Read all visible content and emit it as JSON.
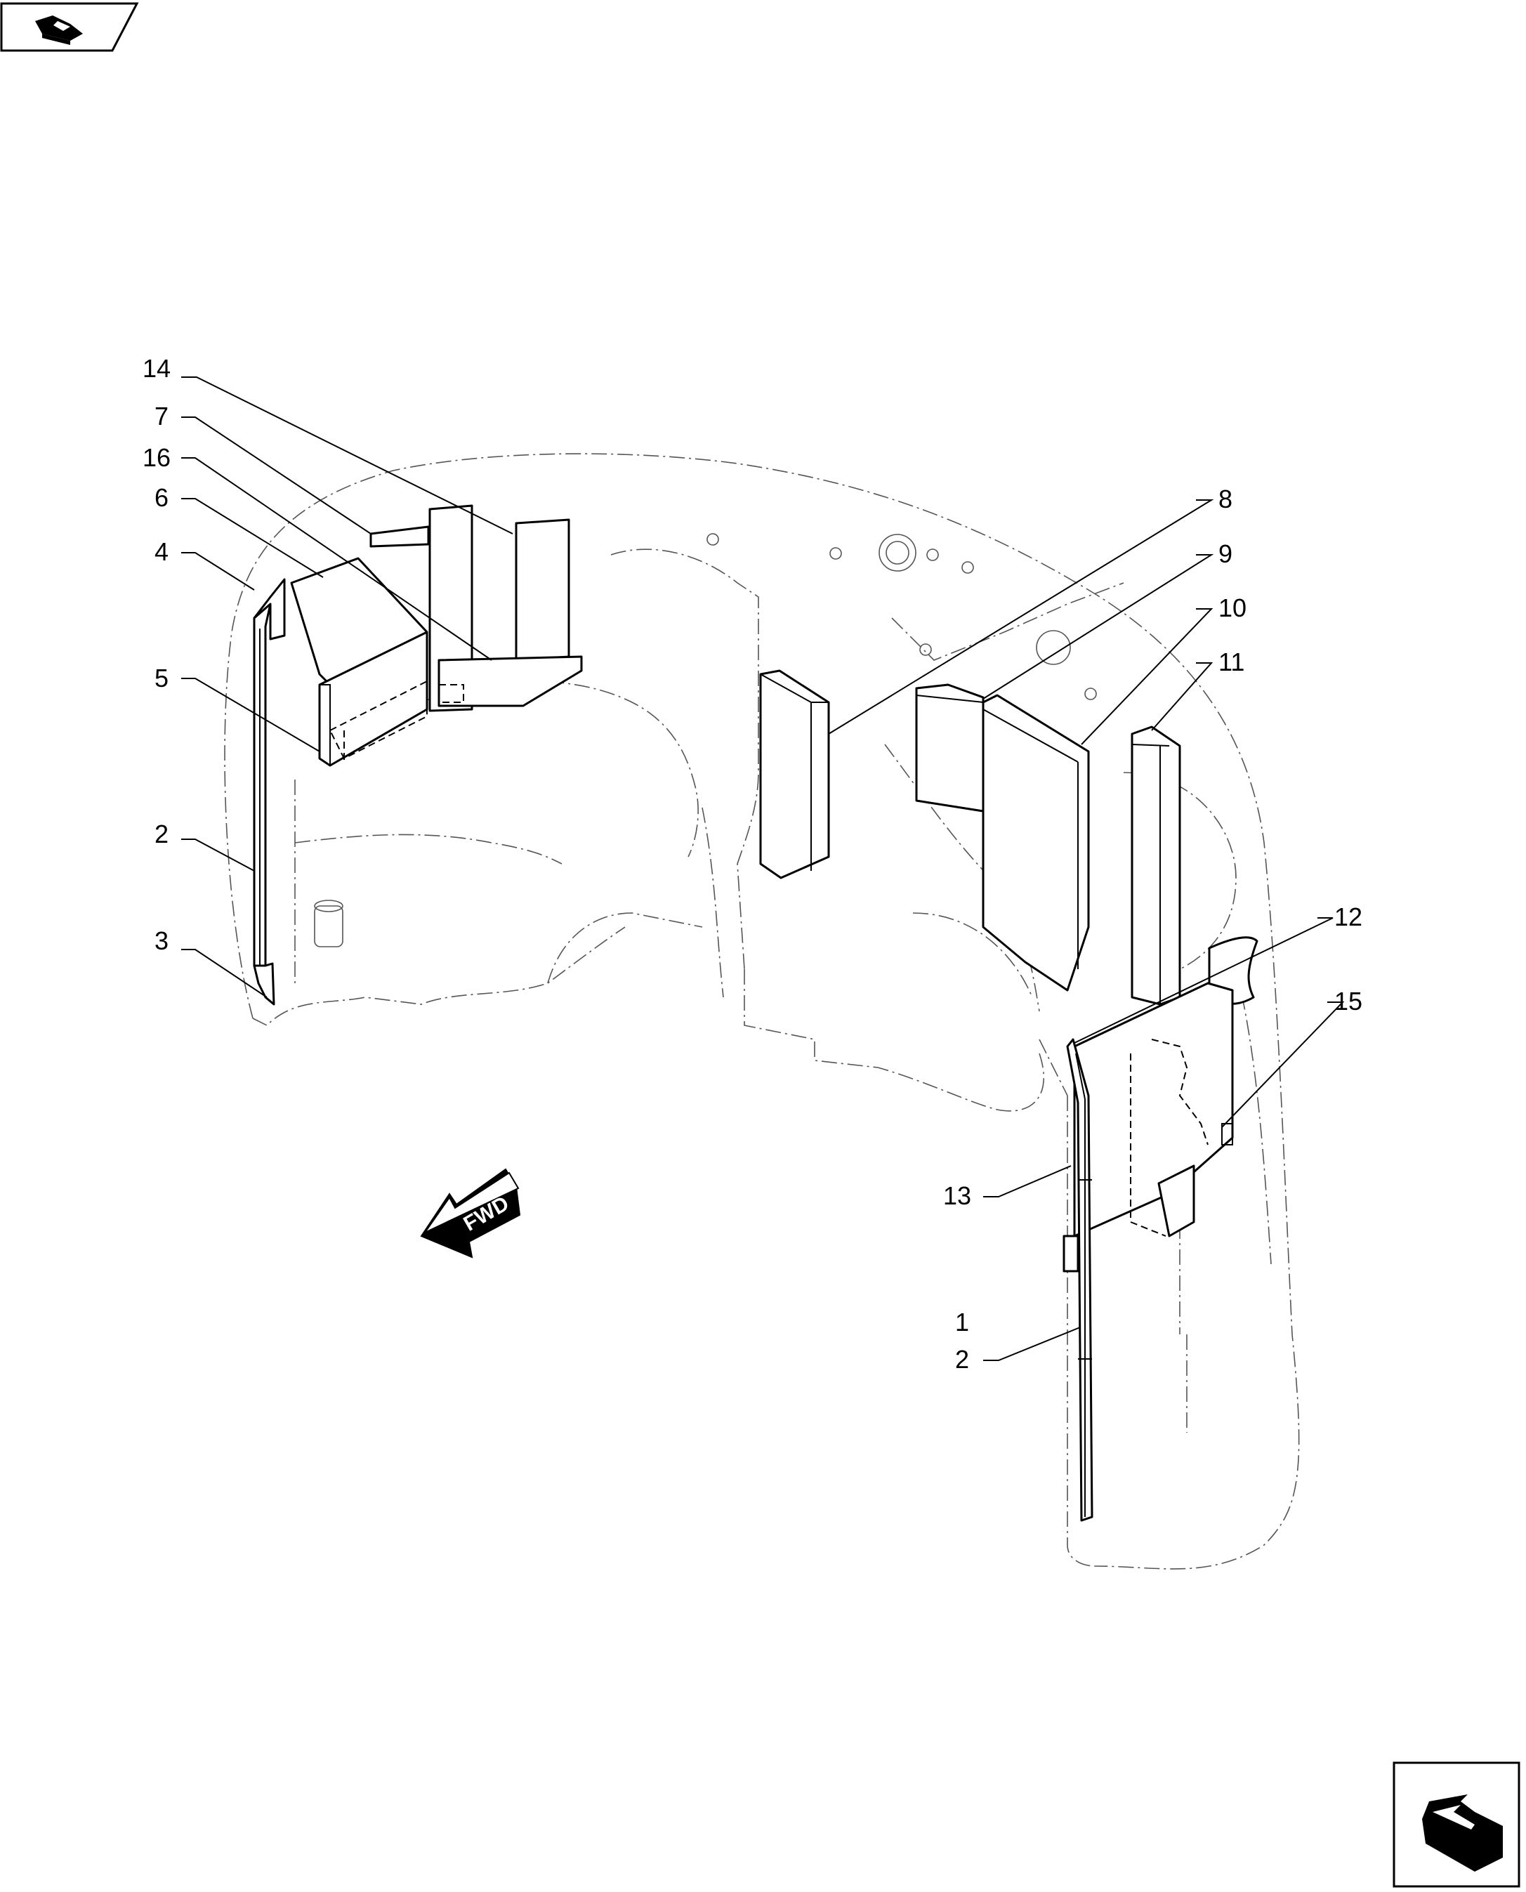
{
  "nav": {
    "back_icon": "page-back-arrow-icon",
    "forward_icon": "page-forward-arrow-icon"
  },
  "direction_marker": {
    "label": "FWD"
  },
  "callouts": {
    "c14": "14",
    "c7": "7",
    "c16": "16",
    "c6": "6",
    "c4": "4",
    "c5": "5",
    "c2_left": "2",
    "c3": "3",
    "c8": "8",
    "c9": "9",
    "c10": "10",
    "c11": "11",
    "c12": "12",
    "c15": "15",
    "c13": "13",
    "c1": "1",
    "c2_right": "2"
  }
}
